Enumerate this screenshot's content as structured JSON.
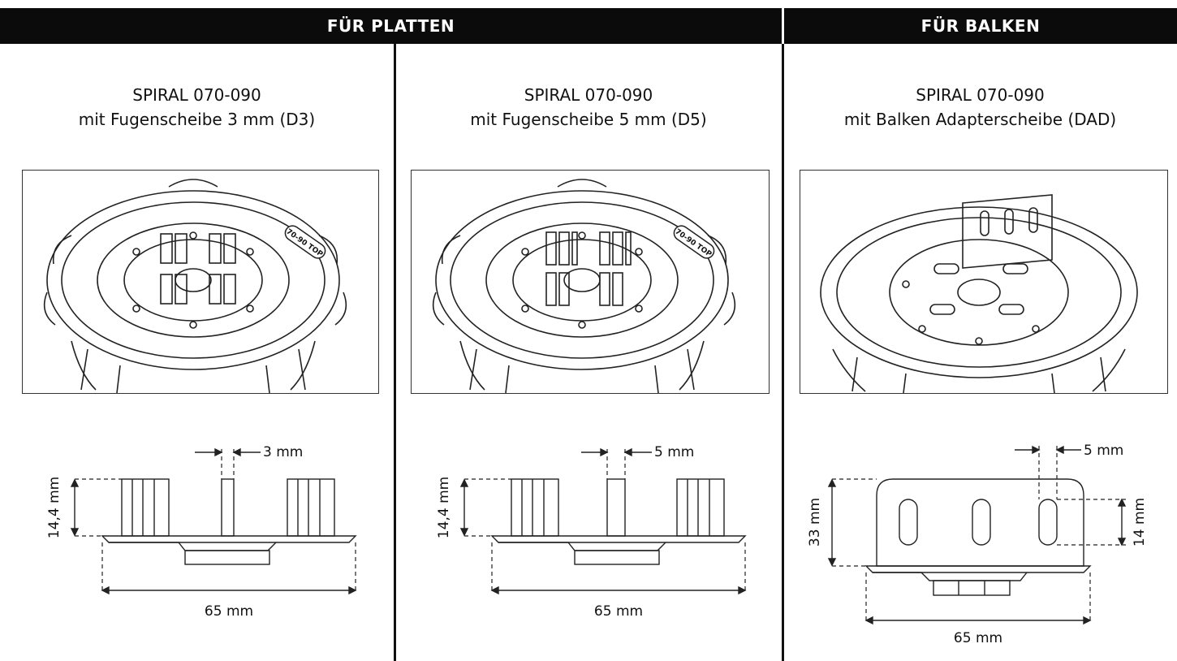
{
  "headers": {
    "plates": "FÜR PLATTEN",
    "beams": "FÜR BALKEN"
  },
  "columns": [
    {
      "title_line1": "SPIRAL 070-090",
      "title_line2": "mit Fugenscheibe 3 mm (D3)",
      "gap_label": "3 mm",
      "height_label": "14,4 mm",
      "width_label": "65 mm",
      "logo_text": "70-90 TOP"
    },
    {
      "title_line1": "SPIRAL 070-090",
      "title_line2": "mit Fugenscheibe 5 mm (D5)",
      "gap_label": "5 mm",
      "height_label": "14,4 mm",
      "width_label": "65 mm",
      "logo_text": "70-90 TOP"
    },
    {
      "title_line1": "SPIRAL 070-090",
      "title_line2": "mit Balken Adapterscheibe (DAD)",
      "gap_label": "5 mm",
      "height_label": "33 mm",
      "side_label": "14 mm",
      "width_label": "65 mm"
    }
  ]
}
